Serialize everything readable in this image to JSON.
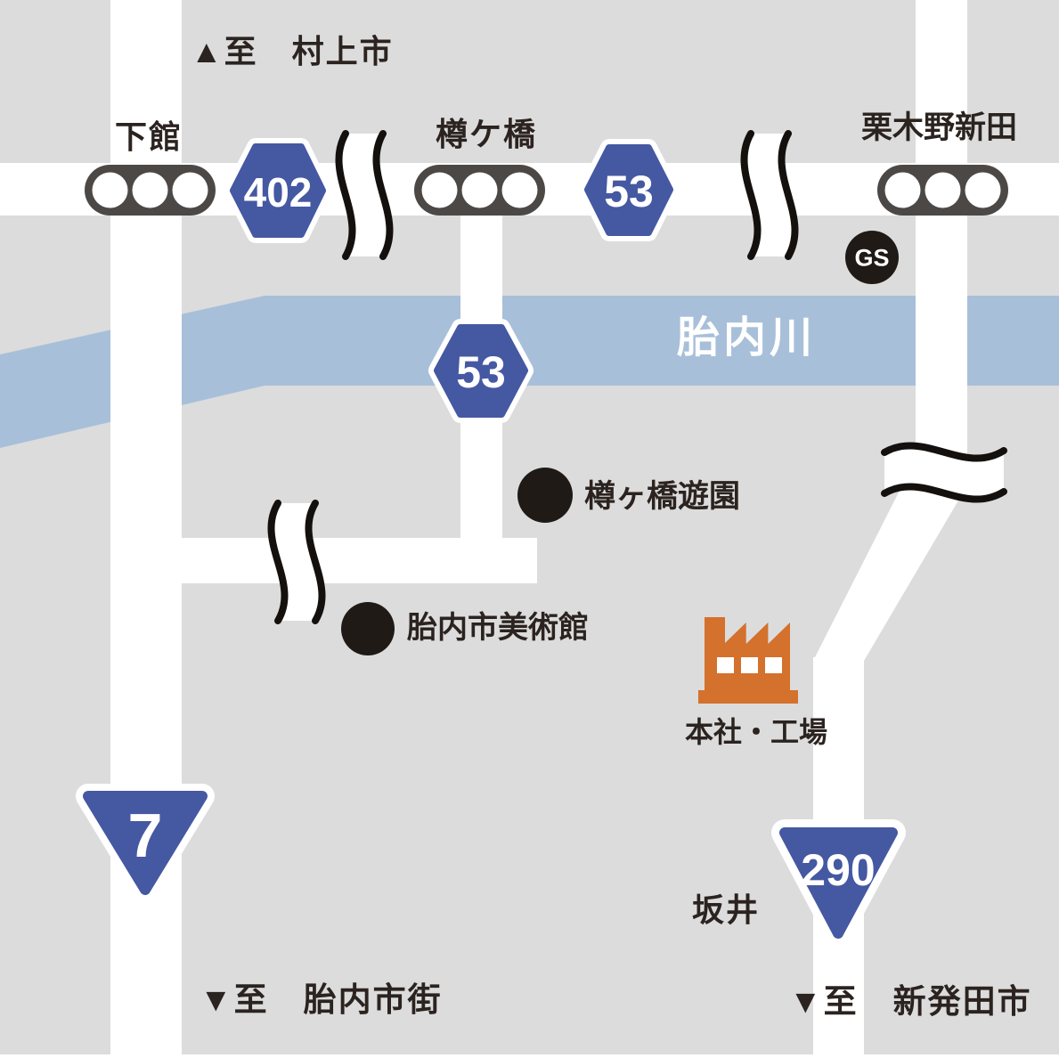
{
  "map_title": "access-map",
  "colors": {
    "background": "#dcdcdc",
    "road": "#ffffff",
    "river": "#a8bfd9",
    "sign_blue": "#4558a2",
    "signal_body": "#4b4846",
    "marker_black": "#201a16",
    "text": "#2b231f",
    "factory_orange": "#d3712d"
  },
  "direction_labels": {
    "north": "▲至　村上市",
    "south_west": "▼至　胎内市街",
    "south_east": "▼至　新発田市"
  },
  "place_labels": {
    "shimodate": "下館",
    "tarugahashi": "樽ケ橋",
    "kurikinoshinden": "栗木野新田",
    "sakai": "坂井"
  },
  "river": {
    "name": "胎内川"
  },
  "route_signs": {
    "r402": "402",
    "r53_top": "53",
    "r53_river": "53",
    "r7": "7",
    "r290": "290"
  },
  "landmarks": {
    "park": "樽ヶ橋遊園",
    "museum": "胎内市美術館",
    "headquarters": "本社・工場"
  },
  "gas_station": {
    "label": "GS"
  }
}
